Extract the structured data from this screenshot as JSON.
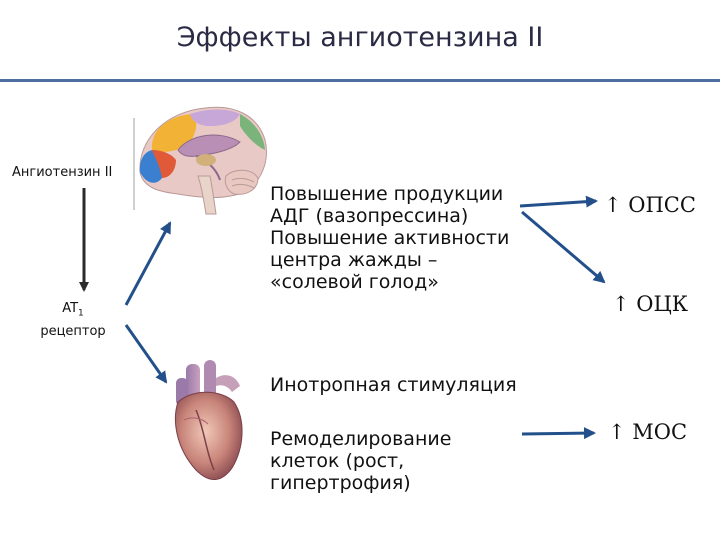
{
  "title": "Эффекты ангиотензина II",
  "left": {
    "angiotensin": "Ангиотензин II",
    "receptor_line1": "AT",
    "receptor_sub": "1",
    "receptor_line2": "рецептор"
  },
  "brain_effects": [
    "Повышение продукции",
    "АДГ (вазопрессина)",
    "Повышение активности",
    "центра жажды –",
    "«солевой голод»"
  ],
  "heart_effects": {
    "inotropic": "Инотропная стимуляция",
    "remodeling": [
      "Ремоделирование",
      "клеток (рост,",
      "гипертрофия)"
    ]
  },
  "results": {
    "opss": "↑ ОПСС",
    "otsk": "↑ ОЦК",
    "mos": "↑ МОС"
  },
  "images": {
    "brain": "brain-illustration",
    "heart": "heart-illustration"
  },
  "colors": {
    "title": "#2a2a44",
    "divider": "#4f6fa0",
    "arrow_black": "#2b2b2b",
    "arrow_blue": "#23508a"
  }
}
